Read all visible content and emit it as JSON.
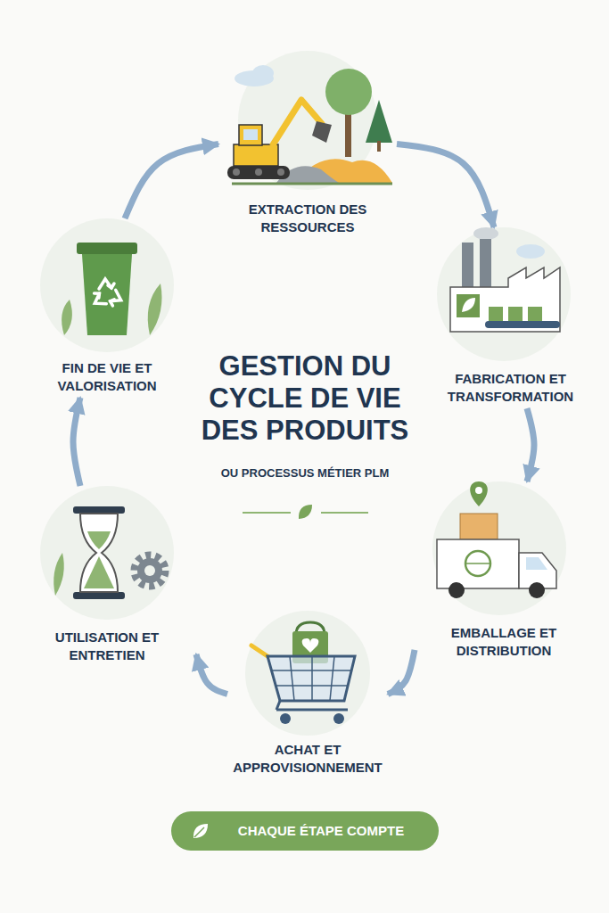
{
  "diagram": {
    "title": "GESTION DU CYCLE DE VIE DES PRODUITS",
    "nodes": [
      {
        "text": [
          "EXTRACTION DES RESSOURCES"
        ]
      },
      {
        "text": [
          "FABRICATION ET TRANSFORMATION"
        ]
      },
      {
        "text": [
          "EMBALLAGE ET DISTRIBUTION"
        ]
      },
      {
        "text": [
          "ACHAT ET APPROVISIONNEMENT"
        ]
      },
      {
        "text": [
          "UTILISATION ET ENTRETIEN"
        ]
      },
      {
        "text": [
          "FIN DE VIE ET VALORISATION"
        ]
      },
      {
        "text": [
          "CHAQUE ÉTAPE COMPTE"
        ]
      }
    ],
    "edges": [
      {
        "from": 0,
        "to": 1,
        "arrow": "to"
      },
      {
        "from": 1,
        "to": 2,
        "arrow": "to"
      },
      {
        "from": 2,
        "to": 3,
        "arrow": "to"
      },
      {
        "from": 3,
        "to": 4,
        "arrow": "to"
      },
      {
        "from": 4,
        "to": 5,
        "arrow": "to"
      },
      {
        "from": 5,
        "to": 0,
        "arrow": "to"
      }
    ],
    "labels": [
      "OU PROCESSUS MÉTIER PLM"
    ]
  }
}
